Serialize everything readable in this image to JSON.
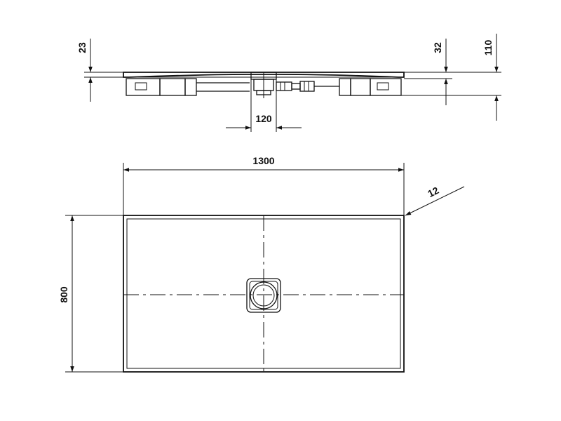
{
  "dimensions": {
    "depth_total": "110",
    "depth_rim_left": "23",
    "depth_rim_right": "32",
    "drain_width": "120",
    "length": "1300",
    "width": "800",
    "edge_radius": "12"
  },
  "colors": {
    "line": "#111111",
    "background": "#ffffff"
  }
}
